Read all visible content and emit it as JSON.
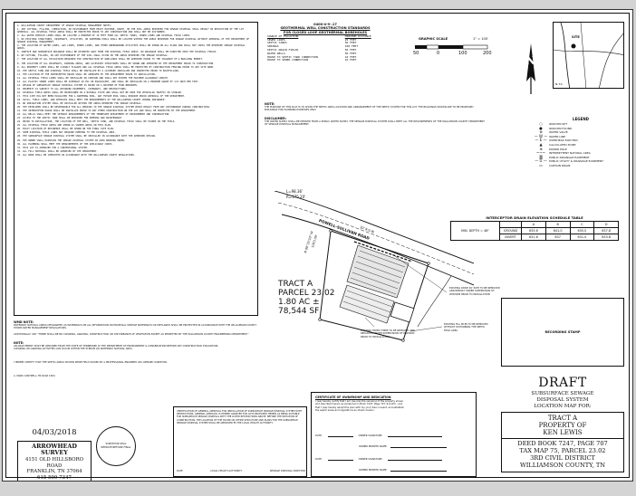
{
  "notes": {
    "paragraphs": [
      "A. WILLIAMSON COUNTY DEPARTMENT OF SEWAGE DISPOSAL MANAGEMENT NOTES:",
      "1. ANY CUTTING, FILLING, COMPACTION, OR DISTURBANCE FROM HEAVY MACHINE, ROUTE, OR THE SOIL AREAS RESERVED FOR SEWAGE DISPOSAL SHALL RESULT IN REVOCATION OF THE LOT APPROVAL. ALL DISPOSAL FIELD AREAS SHALL BE PROTECTED PRIOR TO ANY CONSTRUCTION AND SHALL NOT BE DISTURBED.",
      "2. ALL WATER SERVICE LINES SHALL BE LOCATED A MINIMUM OF 10 FEET FROM ALL SEPTIC TANKS, SEWER LINES AND DISPOSAL FIELD LINES.",
      "3. NO EXISTING STRUCTURES, DRIVEWAYS, UTILITIES, OR SWIMMING POOLS SHALL BE LOCATED WITHIN THE AREAS RESERVED FOR SEWAGE DISPOSAL WITHOUT APPROVAL OF THE DEPARTMENT OF SEWAGE DISPOSAL MANAGEMENT.",
      "4. THE LOCATION OF WATER LINES, GAS LINES, POWER LINES, AND OTHER UNDERGROUND UTILITIES SHALL BE SHOWN ON ALL PLANS AND SHALL NOT CROSS THE RESERVED SEWAGE DISPOSAL AREAS.",
      "5. SURFACE AND SUBSURFACE DRAINAGE SHALL BE DIVERTED AWAY FROM THE DISPOSAL FIELD AREAS. NO DRAINAGE SHALL BE DIRECTED ONTO THE DISPOSAL FIELDS.",
      "6. NO CUTTING, FILLING, OR ANY DISTURBANCE OF THE SOIL SHALL OCCUR IN THE AREAS RESERVED FOR SEWAGE DISPOSAL.",
      "7. THE LOCATION OF ALL EXCAVATION REQUIRED FOR CONSTRUCTION OF DWELLINGS SHALL BE APPROVED PRIOR TO THE ISSUANCE OF A BUILDING PERMIT.",
      "8. THE LOCATION OF ALL DRIVEWAYS, PARKING AREAS, AND ACCESSORY STRUCTURES SHALL BE SHOWN AND APPROVED BY THE DEPARTMENT PRIOR TO CONSTRUCTION.",
      "9. ALL PROPERTY LINES SHALL BE CLEARLY FLAGGED AND ALL DISPOSAL FIELD AREAS SHALL BE PROTECTED BY CONSTRUCTION FENCING PRIOR TO ANY SITE WORK.",
      "10. THE SEPTIC TANK AND DISPOSAL FIELD SHALL BE INSTALLED BY A LICENSED INSTALLER AND INSPECTED PRIOR TO BACKFILLING.",
      "11. THE LOCATION OF THE INTERCEPTOR DRAIN SHALL BE APPROVED BY THE DEPARTMENT PRIOR TO INSTALLATION.",
      "12. ALL DISPOSAL FIELD LINES SHALL BE INSTALLED ON CONTOUR AND SHALL NOT EXCEED THE MAXIMUM ALLOWABLE LENGTH.",
      "13. ALL PLASTIC SEWER LINES SHALL BE SCHEDULE 40 PVC OR EQUIVALENT, AND SHALL BE INSTALLED ON A MINIMUM GRADE OF 1/8 INCH PER FOOT.",
      "14. DESIGN OF SUBSURFACE SEWAGE DISPOSAL SYSTEM IS BASED ON A MAXIMUM OF FOUR BEDROOMS.",
      "15. PROPERTY IS SUBJECT TO ALL RECORDED EASEMENTS, COVENANTS, AND RESTRICTIONS.",
      "16. DISPOSAL FIELD AREAS SHALL BE MAINTAINED IN A NATURAL STATE AND SHALL NOT BE USED FOR VEHICULAR TRAFFIC OR STORAGE.",
      "17. THIS SITE HAS NOT BEEN EVALUATED FOR A SWIMMING POOL. ANY FUTURE POOL SHALL REQUIRE PRIOR APPROVAL OF THE DEPARTMENT.",
      "18. SOILS, FIELD LINES, AND SETBACKS SHALL MEET THE REQUIREMENTS OF THE WILLIAMSON COUNTY ZONING ORDINANCE.",
      "19. NO IRRIGATION SYSTEM SHALL BE INSTALLED WITHIN THE AREAS RESERVED FOR SEWAGE DISPOSAL.",
      "20. THE DEVELOPER SHALL BE RESPONSIBLE FOR ALL REPAIRS TO THE SEWAGE DISPOSAL SYSTEM WHICH RESULT FROM ANY DISTURBANCE DURING CONSTRUCTION.",
      "21. THE INTERCEPTOR DRAIN SHALL BE INSTALLED PRIOR TO ANY OTHER CONSTRUCTION ON THE LOT AND SHALL BE INSPECTED BY THE DEPARTMENT.",
      "22. ALL WELLS SHALL MEET THE SETBACK REQUIREMENTS OF THE TENNESSEE DEPARTMENT OF ENVIRONMENT AND CONSERVATION.",
      "23. ACCESS TO THE SEPTIC TANK SHALL BE PROVIDED FOR PUMPING AND MAINTENANCE.",
      "24. PRIOR TO INSTALLATION, THE LOCATION OF THE WELL, SEPTIC TANK, AND DISPOSAL FIELD SHALL BE STAKED IN THE FIELD.",
      "25. ALL DISPOSAL FIELD AREAS ARE SHOWN AS SHADED AREAS ON THIS PLAN.",
      "26. EXACT LOCATION OF RESIDENCE SHALL BE SHOWN ON THE FINAL SITE PLAN.",
      "27. SOME DISPOSAL FIELD LINES MAY REQUIRE PUMPING TO THE DISPOSAL AREA.",
      "28. THE SUBSURFACE SEWAGE DISPOSAL SYSTEM SHALL BE INSTALLED IN ACCORDANCE WITH THE APPROVED DESIGN.",
      "29. THE OWNER SHALL MAINTAIN THE SEWAGE DISPOSAL SYSTEM IN GOOD WORKING ORDER.",
      "30. ALL PLUMBING SHALL MEET THE REQUIREMENTS OF THE APPLICABLE CODES.",
      "31. THIS LOT IS APPROVED FOR A CONVENTIONAL SYSTEM.",
      "32. ALL FILL MATERIAL SHALL BE APPROVED BY THE DEPARTMENT.",
      "33. ALL WORK SHALL BE COMPLETED IN ACCORDANCE WITH THE WILLIAMSON COUNTY REGULATIONS."
    ],
    "wmd_heading": "WMD NOTE:",
    "wmd_text": "WATERWAY NATURAL AREAS DESIGNATED AS WATERWAYS ON ALL INFORMATION ON PROPOSAL STREAM WATERWAYS OR WETLANDS SHALL BE PROTECTED IN ACCORDANCE WITH THE WILLIAMSON COUNTY STORM WATER MANAGEMENT REGULATIONS.",
    "additional_text": "ADDITIONALLY: ANY \"THERE SHALL BE NO CLEARING, GRADING, CONSTRUCTION, OR DISTURBANCE OF VEGETATION EXCEPT AS PERMITTED BY THE WILLIAMSON COUNTY ENGINEERING DEPARTMENT.\"",
    "note_heading": "NOTE:",
    "note_text": "AN ARAP PERMIT MUST BE OBTAINED FROM THE STATE OF TENNESSEE AT THE DEPARTMENT OF ENVIRONMENT & CONSERVATION BEFORE ANY CONSTRUCTION, EXCAVATION, CLEARING OR GRADING ACTIVITIES CAN OCCUR WITHIN THE STREAM OR WATERWAY NATURAL AREA.",
    "certify_text": "I HEREBY CERTIFY THAT THE SEPTIC AREAS SHOWN WERE FIELD STAKED BY A PROFESSIONAL ENGINEER OR LICENSED SURVEYOR.",
    "certify_sig": "A. MARK CANTRELL, TN RLS# 1824"
  },
  "setback": {
    "code": "0400-4-9-.17",
    "title": "GEOTHERMAL WELL CONSTRUCTION STANDARDS",
    "subtitle": "FOR CLOSED LOOP GEOTHERMAL BOREHOLES",
    "col1": "SOURCE OF POLLUTION",
    "col2": "MINIMUM DISTANCE",
    "rows": [
      {
        "source": "SEWER LINES",
        "distance": "25 FEET"
      },
      {
        "source": "SEPTIC TANKS",
        "distance": "50 FEET"
      },
      {
        "source": "SPRINGS",
        "distance": "100 FEET"
      },
      {
        "source": "SEPTIC DRAIN FIELDS",
        "distance": "50 FEET"
      },
      {
        "source": "WATER WELLS",
        "distance": "50 FEET"
      },
      {
        "source": "HOUSE TO SEPTIC TANK CONNECTION",
        "distance": "10 FEET"
      },
      {
        "source": "HOUSE TO SEWER CONNECTION",
        "distance": "10 FEET"
      }
    ]
  },
  "note_block": {
    "heading": "NOTE:",
    "text": "THE PURPOSE OF THIS PLAT IS TO SHOW THE SEPTIC AREA LOCATION AND ARRANGEMENT OF THE SEPTIC SYSTEM FOR THIS LOT. THE BUILDINGS SHOWN ARE TO BE PROPOSED BUILDINGS FOR PLANNING PURPOSES ONLY.",
    "disclaimer_heading": "DISCLAIMER:",
    "disclaimer_text": "THE WATER SUPPLY SHALL BE DERIVED FROM A PUBLIC WATER SUPPLY. THE SEWAGE DISPOSAL SYSTEM SHALL MEET ALL THE REQUIREMENTS OF THE WILLIAMSON COUNTY DEPARTMENT OF SEWAGE DISPOSAL MANAGEMENT."
  },
  "scale": {
    "title": "GRAPHIC SCALE",
    "ratio": "1\" = 100'",
    "ticks": [
      "50",
      "0",
      "100",
      "200"
    ]
  },
  "vicinity": {
    "label": "SITE",
    "footer": "N.T.S."
  },
  "north_label": "N",
  "legend": {
    "title": "LEGEND",
    "items": [
      {
        "sym": "○",
        "label": "IRON PIN SET"
      },
      {
        "sym": "●",
        "label": "IRON PIN FOUND"
      },
      {
        "sym": "⊗",
        "label": "WATER VALVE"
      },
      {
        "sym": "— W —",
        "label": "WATER LINE"
      },
      {
        "sym": "— E —",
        "label": "OVERHEAD ELECTRIC"
      },
      {
        "sym": "▲",
        "label": "CALCULATED POINT"
      },
      {
        "sym": "⊕",
        "label": "POWER POLE"
      },
      {
        "sym": "~~~",
        "label": "INTERMITTENT NATURAL AREA"
      },
      {
        "sym": "▒",
        "label": "PUBLIC DRAINAGE EASEMENT"
      },
      {
        "sym": "— U —",
        "label": "PUBLIC UTILITY & DRAINAGE EASEMENT"
      },
      {
        "sym": "▭",
        "label": "CURTAIN DRAIN"
      }
    ]
  },
  "interceptor": {
    "title": "INTERCEPTOR DRAIN ELEVATION SCHEDULE TABLE",
    "headers": [
      "A",
      "B",
      "C",
      "D"
    ],
    "row_label": "MIN. DEPTH = 48\"",
    "row1_label": "GROUND",
    "row1_vals": [
      "635.6",
      "641.0",
      "635.0",
      "637.8"
    ],
    "row2_label": "INVERT",
    "row2_vals": [
      "631.6",
      "637",
      "631.0",
      "633.8"
    ]
  },
  "site": {
    "road": "POWELL-SULLIVAN ROAD",
    "road2": "30' R.O.W.",
    "curve1": "L=98.36'",
    "curve2": "R=175.20'",
    "bearing1": "N 08°33'20\" W",
    "distance1": "1043.09'",
    "tract_line1": "TRACT A",
    "tract_line2": "PARCEL 23.02",
    "tract_line3": "1.80 AC ±",
    "tract_line4": "78,544 SF",
    "callout1": "EXISTING DRIVE 40' PATH TO BE REMOVED AND REBUILT UNDER SUPERVISION OF WCDSDM PRIOR TO INSTALLATION",
    "callout2": "EXISTING TREES THERE TO BE REMOVED AND REPLACED UNDER SUPERVISION OF WCDSDM PRIOR TO INSTALLATION",
    "callout3": "EXISTING FILL PILES TO BE REMOVED WITHOUT DISTURBING THE SEPTIC FIELD AREA"
  },
  "recording_stamp": "RECORDING STAMP",
  "surveyor": {
    "date": "04/03/2018",
    "firm": "ARROWHEAD SURVEY",
    "address": "4151 OLD HILLSBORO ROAD",
    "city": "FRANKLIN, TN  37064",
    "phone": "615-599-7347",
    "seal_line1": "SURVEYOR SEAL",
    "seal_line2": "REMOVE BEFORE FINAL"
  },
  "approval": {
    "text": "CERTIFICATION OF GENERAL APPROVAL FOR INSTALLATION OF SUBSURFACE SEWAGE DISPOSAL SYSTEM WITH RESTRICTIONS. GENERAL APPROVAL IS HEREBY GRANTED FOR LOTS PROPOSED HEREIN AS BEING SUITABLE FOR SUBSURFACE SEWAGE DISPOSAL WITH THE LISTED RESTRICTIONS ABOVE. BEFORE THE INITIATION OF CONSTRUCTION, THE LOCATION OF THE HOUSE OR OTHER STRUCTURE AND PLANS FOR THE SUBSURFACE SEWAGE DISPOSAL SYSTEM SHALL BE APPROVED BY THE LOCAL HEALTH AUTHORITY.",
    "date_label": "DATE",
    "local_label": "LOCAL HEALTH AUTHORITY",
    "sewage_label": "SEWAGE DISPOSAL DIRECTOR"
  },
  "ownership": {
    "title": "CERTIFICATE OF OWNERSHIP AND DEDICATION",
    "text": "I (we) hereby certify that I am (we are) the owner(s) of the property shown and described herein as evidenced in Book 7247, Page 707, R.O.W.C., and that I (we) hereby adopt this plan with my (our) free consent, and establish the septic areas and regulations as shown hereon.",
    "date_label": "DATE:",
    "owner_sig": "OWNER SIGNATURE:",
    "printed": "OWNER PRINTED NAME:"
  },
  "title_block": {
    "draft": "DRAFT",
    "line1": "SUBSURFACE SEWAGE",
    "line2": "DISPOSAL SYSTEM",
    "line3": "LOCATION MAP FOR:",
    "line4": "TRACT A",
    "line5": "PROPERTY OF",
    "line6": "KEN LEWIS",
    "line7": "DEED BOOK 7247, PAGE 707",
    "line8": "TAX MAP 75, PARCEL 23.02",
    "line9": "3RD CIVIL DISTRICT",
    "line10": "WILLIAMSON COUNTY, TN"
  }
}
